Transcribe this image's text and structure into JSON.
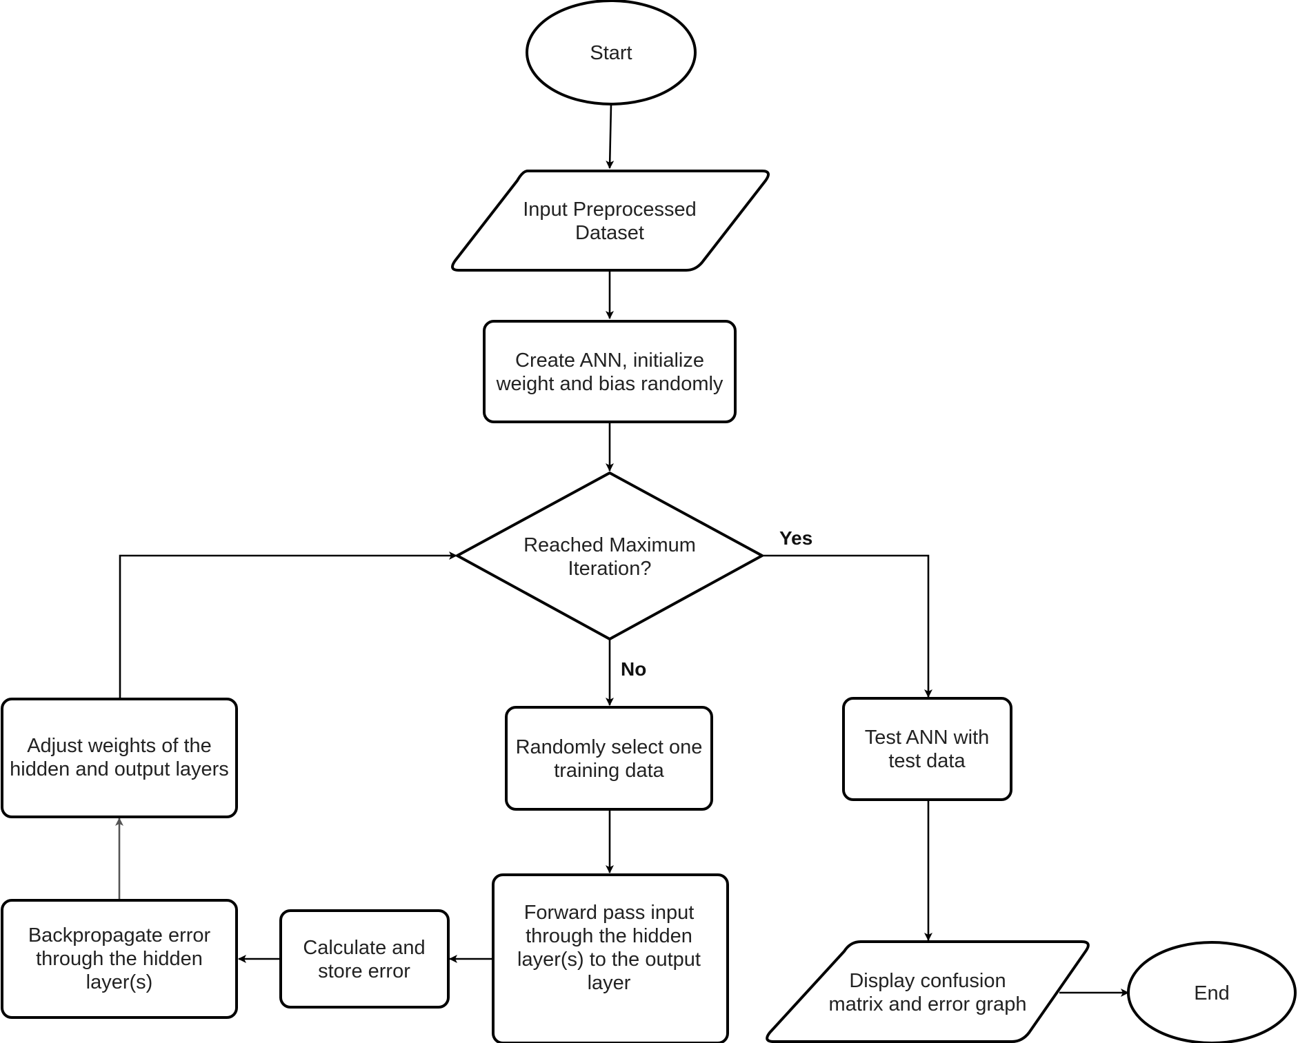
{
  "nodes": {
    "start": {
      "label": [
        "Start"
      ]
    },
    "input_dataset": {
      "label": [
        "Input Preprocessed",
        "Dataset"
      ]
    },
    "create_ann": {
      "label": [
        "Create ANN, initialize",
        "weight and bias randomly"
      ]
    },
    "max_iteration": {
      "label": [
        "Reached Maximum",
        "Iteration?"
      ]
    },
    "select_training": {
      "label": [
        "Randomly select one",
        "training data"
      ]
    },
    "forward_pass": {
      "label": [
        "Forward pass input",
        "through the hidden",
        "layer(s) to the output",
        "layer"
      ]
    },
    "calc_error": {
      "label": [
        "Calculate and",
        "store error"
      ]
    },
    "backpropagate": {
      "label": [
        "Backpropagate error",
        "through the hidden",
        "layer(s)"
      ]
    },
    "adjust_weights": {
      "label": [
        "Adjust weights of the",
        "hidden and output layers"
      ]
    },
    "test_ann": {
      "label": [
        "Test ANN with",
        "test data"
      ]
    },
    "display_results": {
      "label": [
        "Display confusion",
        "matrix and error graph"
      ]
    },
    "end": {
      "label": [
        "End"
      ]
    }
  },
  "edge_labels": {
    "yes": "Yes",
    "no": "No"
  }
}
